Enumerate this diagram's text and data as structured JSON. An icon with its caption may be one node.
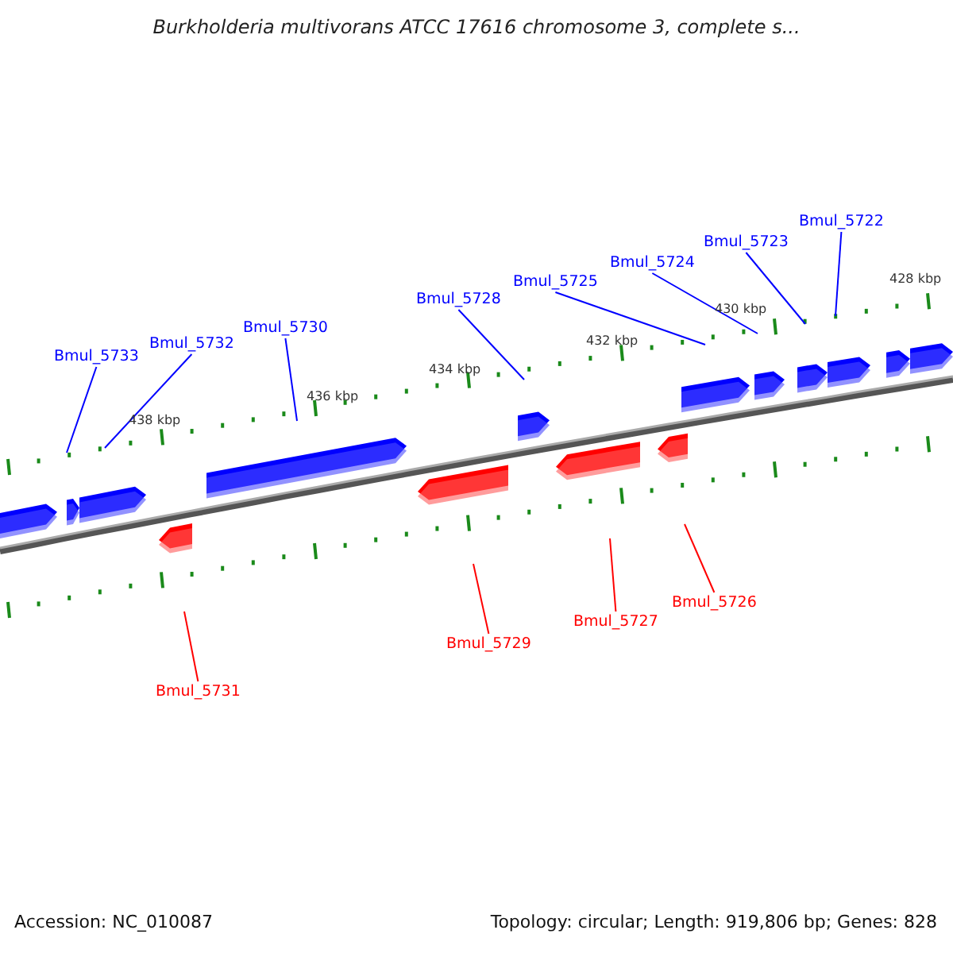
{
  "diagram": {
    "title": "Burkholderia multivorans ATCC 17616 chromosome 3, complete s...",
    "nodes": [
      {
        "text": [
          "Bmul_5733"
        ]
      },
      {
        "text": [
          "Bmul_5732"
        ]
      },
      {
        "text": [
          "Bmul_5730"
        ]
      },
      {
        "text": [
          "Bmul_5728"
        ]
      },
      {
        "text": [
          "Bmul_5725"
        ]
      },
      {
        "text": [
          "Bmul_5724"
        ]
      },
      {
        "text": [
          "Bmul_5723"
        ]
      },
      {
        "text": [
          "Bmul_5722"
        ]
      },
      {
        "text": [
          "Bmul_5731"
        ]
      },
      {
        "text": [
          "Bmul_5729"
        ]
      },
      {
        "text": [
          "Bmul_5727"
        ]
      },
      {
        "text": [
          "Bmul_5726"
        ]
      }
    ],
    "edges": [
      {
        "from": 0,
        "to": null,
        "arrow": "none"
      },
      {
        "from": 1,
        "to": null,
        "arrow": "none"
      },
      {
        "from": 2,
        "to": null,
        "arrow": "none"
      },
      {
        "from": 3,
        "to": null,
        "arrow": "none"
      },
      {
        "from": 4,
        "to": null,
        "arrow": "none"
      },
      {
        "from": 5,
        "to": null,
        "arrow": "none"
      },
      {
        "from": 6,
        "to": null,
        "arrow": "none"
      },
      {
        "from": 7,
        "to": null,
        "arrow": "none"
      },
      {
        "from": 8,
        "to": null,
        "arrow": "none",
        "color": "#ff0000"
      },
      {
        "from": 9,
        "to": null,
        "arrow": "none",
        "color": "#ff0000"
      },
      {
        "from": 10,
        "to": null,
        "arrow": "none",
        "color": "#ff0000"
      },
      {
        "from": 11,
        "to": null,
        "arrow": "none",
        "color": "#ff0000"
      }
    ],
    "labels": [
      "428 kbp",
      "430 kbp",
      "432 kbp",
      "434 kbp",
      "436 kbp",
      "438 kbp",
      "Accession: NC_010087",
      "Topology: circular; Length: 919,806 bp; Genes: 828"
    ]
  }
}
